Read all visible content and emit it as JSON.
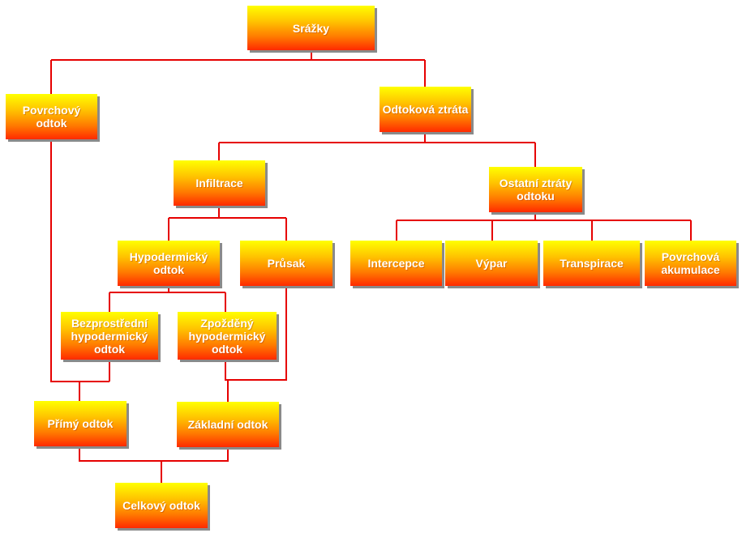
{
  "colors": {
    "line": "#e60000",
    "box_top": "#ffff00",
    "box_bottom": "#ff2a00",
    "text": "#ffffff"
  },
  "nodes": {
    "srazky": "Srážky",
    "povrchovy_odtok": "Povrchový odtok",
    "odtokova_ztrata": "Odtoková ztráta",
    "infiltrace": "Infiltrace",
    "ostatni_ztraty": "Ostatní ztráty odtoku",
    "hypodermicky_odtok": "Hypodermický odtok",
    "prusak": "Průsak",
    "intercepce": "Intercepce",
    "vypar": "Výpar",
    "transpirace": "Transpirace",
    "povrchova_akumulace": "Povrchová akumulace",
    "bezprostredni": "Bezprostřední hypodermický odtok",
    "zpozdeny": "Zpožděný hypodermický odtok",
    "primy_odtok": "Přímý odtok",
    "zakladni_odtok": "Základní odtok",
    "celkovy_odtok": "Celkový odtok"
  }
}
